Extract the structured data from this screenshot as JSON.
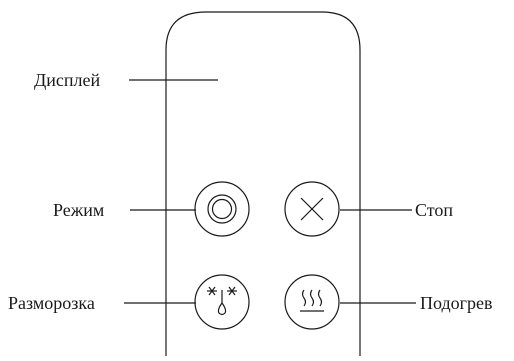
{
  "labels": {
    "display": "Дисплей",
    "mode": "Режим",
    "defrost": "Разморозка",
    "stop": "Стоп",
    "heat": "Подогрев"
  },
  "icons": {
    "mode": "concentric-circles-icon",
    "stop": "cross-icon",
    "defrost": "snowflake-droplet-icon",
    "heat": "heat-waves-icon"
  },
  "colors": {
    "line": "#1a1a1a",
    "background": "#ffffff"
  }
}
